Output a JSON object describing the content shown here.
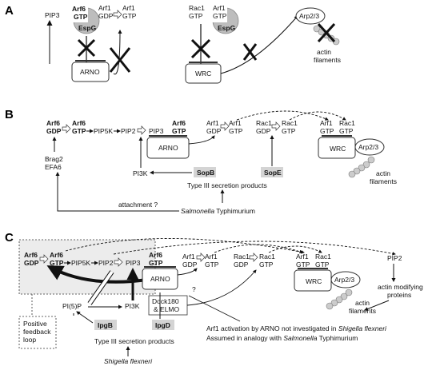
{
  "panels": {
    "a": "A",
    "b": "B",
    "c": "C"
  },
  "a": {
    "pip3": "PIP3",
    "arf6": "Arf6",
    "gtp1": "GTP",
    "espg1": "EspG",
    "arf1": "Arf1",
    "gdp1": "GDP",
    "arf1b": "Arf1",
    "gtp2": "GTP",
    "arno": "ARNO",
    "rac1": "Rac1",
    "gtp3": "GTP",
    "arf1c": "Arf1",
    "gtp4": "GTP",
    "espg2": "EspG",
    "wrc": "WRC",
    "arp23": "Arp2/3",
    "actin1": "actin",
    "actin2": "filaments"
  },
  "b": {
    "arf6": "Arf6",
    "gdp": "GDP",
    "arf6b": "Arf6",
    "gtp": "GTP",
    "pip5k": "PIP5K",
    "pip2": "PIP2",
    "pip3": "PIP3",
    "arf6c": "Arf6",
    "gtp2": "GTP",
    "arno": "ARNO",
    "brag2": "Brag2",
    "efa6": "EFA6",
    "pi3k": "PI3K",
    "sopb": "SopB",
    "sope": "SopE",
    "arf1": "Arf1",
    "gdp2": "GDP",
    "arf1b": "Arf1",
    "gtp3": "GTP",
    "rac1": "Rac1",
    "gdp3": "GDP",
    "rac1b": "Rac1",
    "gtp4": "GTP",
    "arf1c": "Arf1",
    "gtp5": "GTP",
    "rac1c": "Rac1",
    "gtp6": "GTP",
    "wrc": "WRC",
    "arp23": "Arp2/3",
    "actin1": "actin",
    "actin2": "filaments",
    "t3ss": "Type III secretion products",
    "attach": "attachment ?",
    "salm1": "Salmonella",
    "salm2": " Typhimurium"
  },
  "c": {
    "arf6": "Arf6",
    "gdp": "GDP",
    "arf6b": "Arf6",
    "gtp": "GTP",
    "pip5k": "PIP5K",
    "pip2": "PIP2",
    "pip3": "PIP3",
    "arf6c": "Arf6",
    "gtp2": "GTP",
    "arno": "ARNO",
    "pi5p": "PI(5)P",
    "pi3k": "PI3K",
    "posfb1": "Positive",
    "posfb2": "feedback",
    "posfb3": "loop",
    "ipgb": "IpgB",
    "ipgd": "IpgD",
    "dock": "Dock180",
    "elmo": "& ELMO",
    "t3ss": "Type III secretion products",
    "shig1": "Shigella flexneri",
    "q": "?",
    "arf1": "Arf1",
    "gdp2": "GDP",
    "arf1b": "Arf1",
    "gtp3": "GTP",
    "rac1": "Rac1",
    "gdp3": "GDP",
    "rac1b": "Rac1",
    "gtp4": "GTP",
    "arf1c": "Arf1",
    "gtp5": "GTP",
    "rac1c": "Rac1",
    "gtp6": "GTP",
    "wrc": "WRC",
    "arp23": "Arp2/3",
    "actin1": "actin",
    "actin2": "filaments",
    "pip2b": "PIP2",
    "amp1": "actin modifying",
    "amp2": "proteins",
    "note1a": "Arf1 activation by ARNO not investigated in ",
    "note1b": "Shigella flexneri",
    "note2a": "Assumed in analogy with ",
    "note2b": "Salmonella",
    "note2c": " Typhimurium"
  }
}
